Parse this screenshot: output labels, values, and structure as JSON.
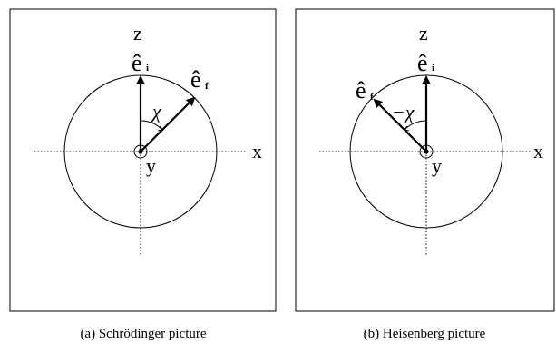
{
  "panels": [
    {
      "caption": "(a) Schrödinger picture",
      "axis_x": "x",
      "axis_y": "y",
      "axis_z": "z",
      "vector_initial": {
        "symbol": "ê",
        "subscript": "i"
      },
      "vector_final": {
        "symbol": "ê",
        "subscript": "f"
      },
      "angle_label": "χ"
    },
    {
      "caption": "(b) Heisenberg picture",
      "axis_x": "x",
      "axis_y": "y",
      "axis_z": "z",
      "vector_initial": {
        "symbol": "ê",
        "subscript": "i"
      },
      "vector_final": {
        "symbol": "ê",
        "subscript": "f"
      },
      "angle_label": "−χ"
    }
  ]
}
